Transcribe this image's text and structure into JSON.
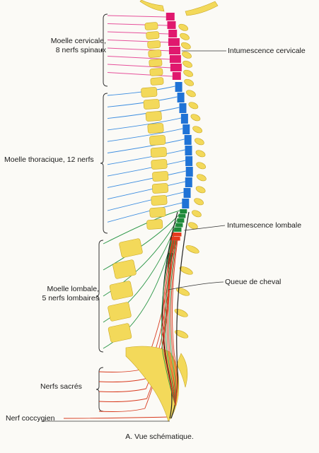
{
  "labels": {
    "cervical_region": "Moelle cervicale,\n8 nerfs spinaux",
    "thoracic_region": "Moelle thoracique, 12 nerfs",
    "lumbar_region": "Moelle lombale,\n5 nerfs lombaires",
    "sacral_region": "Nerfs sacrés",
    "coccygeal_nerve": "Nerf coccygien",
    "cervical_enlargement": "Intumescence cervicale",
    "lumbar_enlargement": "Intumescence lombale",
    "cauda_equina": "Queue de cheval"
  },
  "caption": "A. Vue schématique.",
  "colors": {
    "cervical": "#e0186e",
    "thoracic": "#1f73d6",
    "lumbar": "#1f8a3a",
    "sacral": "#e43b1c",
    "cervical_nerves": "#e6509a",
    "thoracic_nerves": "#3c8de0",
    "lumbar_nerves": "#2a9646",
    "sacral_nerves": "#d83a1e",
    "bone": "#f3d95a",
    "bone_outline": "#c9a826",
    "dura": "#222222"
  }
}
